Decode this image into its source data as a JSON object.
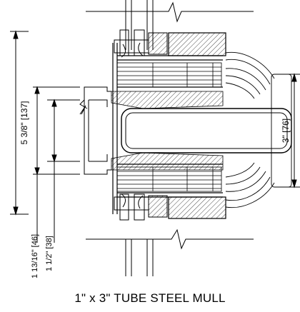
{
  "drawing": {
    "caption": "1\" x 3\" TUBE STEEL MULL",
    "dimensions": {
      "overall_height": "5 3/8\" [137]",
      "tube_depth": "3\" [76]",
      "sightline_outer": "1 13/16\" [46]",
      "sightline_inner": "1 1/2\" [38]"
    },
    "colors": {
      "line": "#000000",
      "background": "#ffffff"
    }
  }
}
